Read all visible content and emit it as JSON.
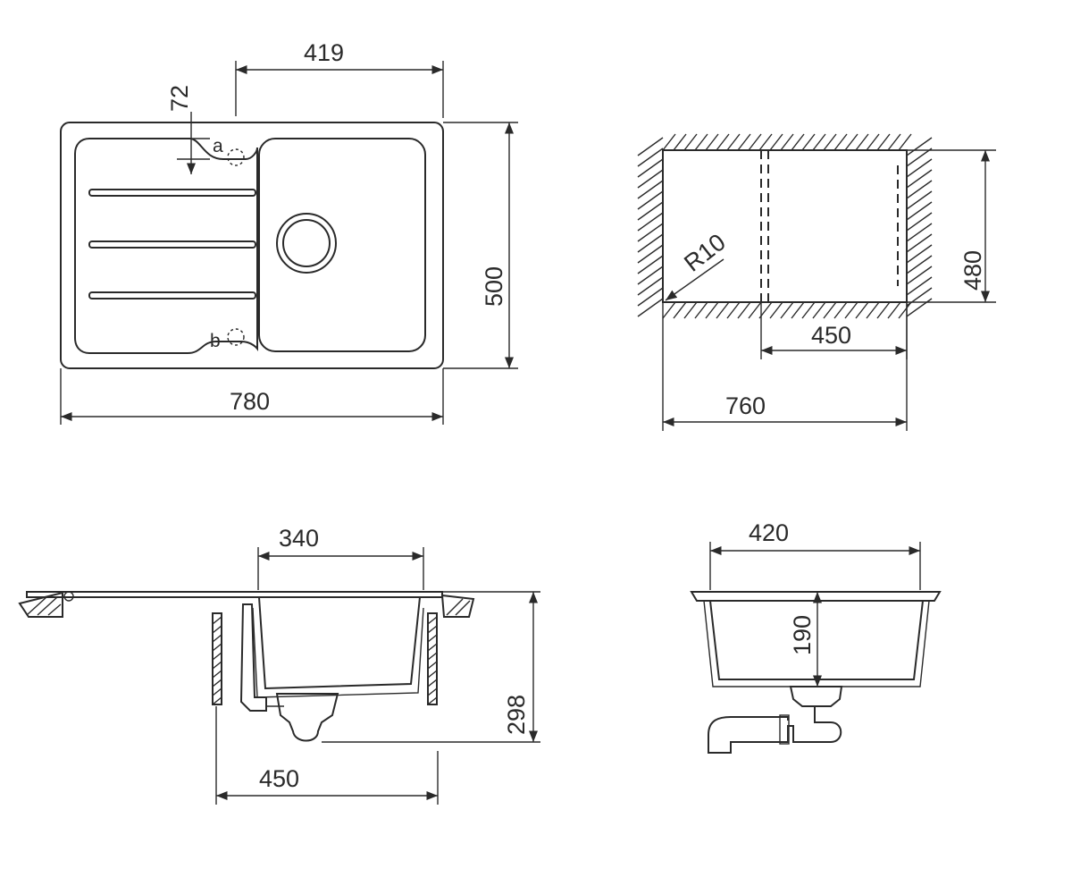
{
  "views": {
    "top": {
      "dim_width": "780",
      "dim_bowl": "419",
      "dim_depth": "500",
      "dim_offset": "72",
      "mark_a": "a",
      "mark_b": "b"
    },
    "cutout": {
      "radius": "R10",
      "dim_height": "480",
      "dim_inner": "450",
      "dim_width": "760"
    },
    "side": {
      "dim_bowl": "340",
      "dim_cabinet": "450",
      "dim_depth": "298"
    },
    "front": {
      "dim_width": "420",
      "dim_depth": "190"
    }
  },
  "colors": {
    "line": "#2a2a2a",
    "background": "#ffffff"
  }
}
